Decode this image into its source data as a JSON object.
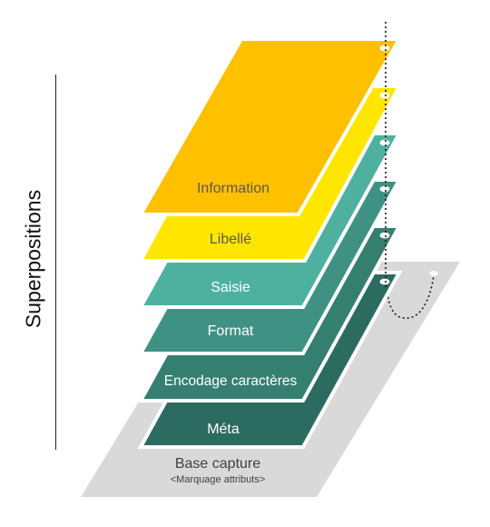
{
  "side_label": "Superpositions",
  "base": {
    "title": "Base capture",
    "subtitle": "<Marquage attributs>",
    "color": "#d9d9d9"
  },
  "layers": [
    {
      "id": "information",
      "label": "Information",
      "color": "#ffc000",
      "text_color": "#595959"
    },
    {
      "id": "libelle",
      "label": "Libellé",
      "color": "#ffe600",
      "text_color": "#595959"
    },
    {
      "id": "saisie",
      "label": "Saisie",
      "color": "#4eb1a0",
      "text_color": "#ffffff"
    },
    {
      "id": "format",
      "label": "Format",
      "color": "#3f9283",
      "text_color": "#ffffff"
    },
    {
      "id": "encodage",
      "label": "Encodage caractères",
      "color": "#357f71",
      "text_color": "#ffffff"
    },
    {
      "id": "meta",
      "label": "Méta",
      "color": "#2c6b60",
      "text_color": "#ffffff"
    }
  ]
}
